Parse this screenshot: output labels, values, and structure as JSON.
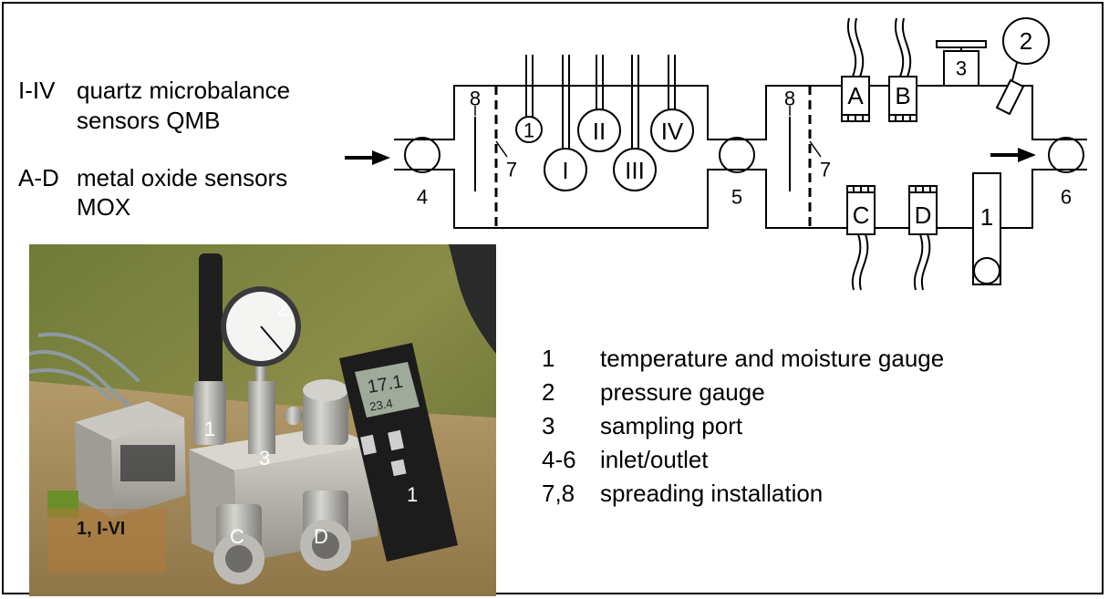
{
  "sensor_labels": [
    {
      "abbr": "I-IV",
      "lines": [
        "quartz microbalance",
        "sensors QMB"
      ]
    },
    {
      "abbr": "A-D",
      "lines": [
        "metal oxide sensors",
        "MOX"
      ]
    }
  ],
  "legend": [
    {
      "num": "1",
      "text": "temperature and moisture gauge"
    },
    {
      "num": "2",
      "text": "pressure gauge"
    },
    {
      "num": "3",
      "text": "sampling port"
    },
    {
      "num": "4-6",
      "text": "inlet/outlet"
    },
    {
      "num": "7,8",
      "text": "spreading installation"
    }
  ],
  "diagram": {
    "qmb": [
      "I",
      "II",
      "III",
      "IV"
    ],
    "qmb_small": "1",
    "mox": [
      "A",
      "B",
      "C",
      "D"
    ],
    "ports": [
      "4",
      "5",
      "6"
    ],
    "spreaders": [
      "7",
      "8"
    ],
    "pressure": "2",
    "sampling": "3",
    "thermo": "1"
  },
  "photo_labels": [
    "1",
    "2",
    "3",
    "C",
    "D",
    "1",
    "1, I-VI"
  ],
  "display": {
    "line1": "17.1",
    "line2": "23.4"
  },
  "colors": {
    "background": "#ffffff",
    "ink": "#000000"
  }
}
